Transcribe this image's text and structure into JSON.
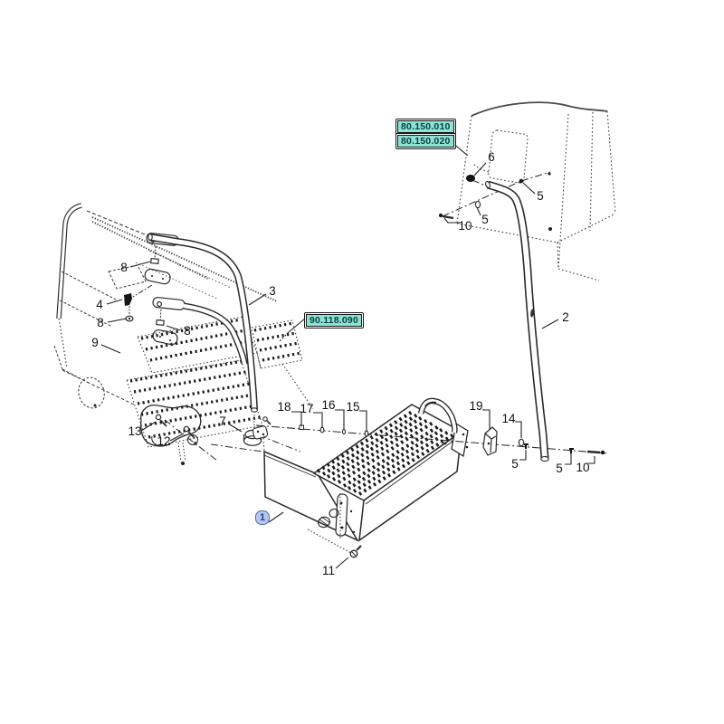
{
  "diagram": {
    "type": "exploded-parts-diagram",
    "ref_boxes": [
      {
        "label": "80.150.010"
      },
      {
        "label": "80.150.020"
      },
      {
        "label": "90.118.090"
      }
    ],
    "selected_callout": {
      "label": "1"
    },
    "callouts": [
      {
        "label": "6"
      },
      {
        "label": "5"
      },
      {
        "label": "5"
      },
      {
        "label": "10"
      },
      {
        "label": "2"
      },
      {
        "label": "3"
      },
      {
        "label": "8"
      },
      {
        "label": "4"
      },
      {
        "label": "8"
      },
      {
        "label": "9"
      },
      {
        "label": "8"
      },
      {
        "label": "13"
      },
      {
        "label": "12"
      },
      {
        "label": "7"
      },
      {
        "label": "18"
      },
      {
        "label": "17"
      },
      {
        "label": "16"
      },
      {
        "label": "15"
      },
      {
        "label": "19"
      },
      {
        "label": "14"
      },
      {
        "label": "5"
      },
      {
        "label": "5"
      },
      {
        "label": "10"
      },
      {
        "label": "11"
      }
    ],
    "colors": {
      "background": "#ffffff",
      "line": "#2a2a2a",
      "ref_box_fill": "#8ce3d2",
      "ref_box_border": "#1a1a1a",
      "ref_box_text": "#0c3c40",
      "selected_fill": "#b9c7e6",
      "selected_border": "#4a6fb5",
      "selected_text": "#1d3f97",
      "callout_text": "#111111"
    }
  }
}
